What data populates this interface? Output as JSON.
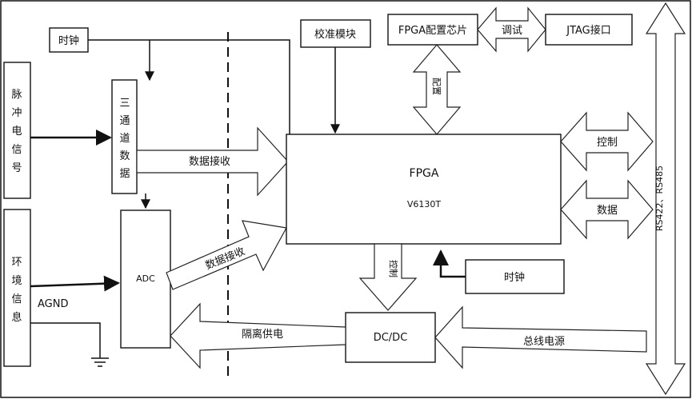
{
  "labels": {
    "clock_top": "时钟",
    "pulse_signal": "脉冲电信号",
    "three_channel": "三通道数据",
    "env_info": "环境信息",
    "agnd": "AGND",
    "adc": "ADC",
    "calibration": "校准模块",
    "fpga_config": "FPGA配置芯片",
    "debug": "调试",
    "jtag": "JTAG接口",
    "config": "配置",
    "fpga": "FPGA",
    "fpga_model": "V6130T",
    "data_receive_top": "数据接收",
    "data_receive_bottom": "数据接收",
    "control_right": "控制",
    "data_right": "数据",
    "bus_rs": "RS422、RS485",
    "control_down": "控制",
    "clock_right": "时钟",
    "dcdc": "DC/DC",
    "isolated_power": "隔离供电",
    "bus_power": "总线电源"
  }
}
